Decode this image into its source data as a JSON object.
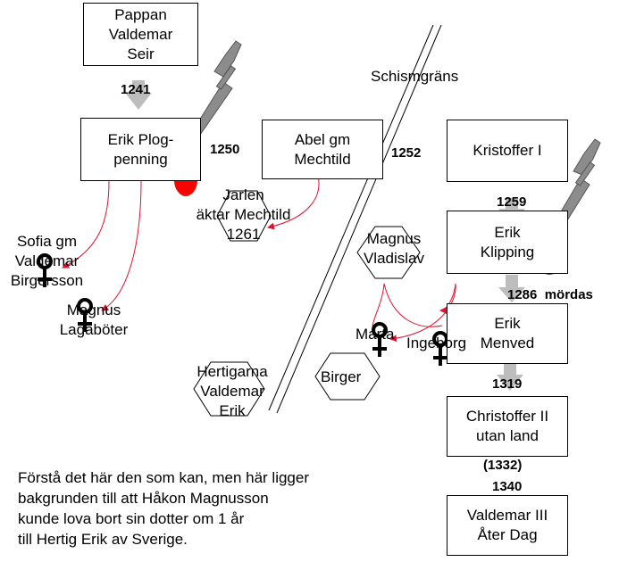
{
  "boxes": {
    "pappan": "Pappan\nValdemar\nSeir",
    "erik_plog": "Erik Plog-\npenning",
    "abel": "Abel gm\nMechtild",
    "kristoffer": "Kristoffer I",
    "erik_klipping": "Erik\nKlipping",
    "erik_menved": "Erik\nMenved",
    "christoffer2": "Christoffer II\nutan land",
    "valdemar3": "Valdemar III\nÅter Dag"
  },
  "labels": {
    "schism": "Schismgräns",
    "jarlen": "Jarlen\näktar Mechtild\n1261",
    "sofia": "Sofia gm\nValdemar\nBirgersson",
    "magnus_lagaboter": "Magnus\nLagaböter",
    "magnus_vladislav": "Magnus\nVladislav",
    "marta": "Marta",
    "ingeborg": "Ingeborg",
    "birger": "Birger",
    "hertigarna": "Hertigarna\nValdemar\nErik"
  },
  "years": {
    "y1241": "1241",
    "y1250": "1250",
    "y1252": "1252",
    "y1259": "1259",
    "y1286": "1286  mördas",
    "y1319": "1319",
    "y1332": "(1332)",
    "y1340": "1340"
  },
  "note": "Förstå det här den som kan, men här ligger\nbakgrunden till att Håkon Magnusson\nkunde lova bort sin dotter om 1 år\ntill Hertig Erik av Sverige.",
  "colors": {
    "blood": "#ff0000",
    "arrow_red": "#e01030",
    "sword": "#8c8c8c",
    "arrow_grey": "#bdbdbd"
  },
  "icons": [
    "sword-icon",
    "blood-drop-icon",
    "female-symbol-icon",
    "down-arrow-icon",
    "hexagon-shape"
  ]
}
